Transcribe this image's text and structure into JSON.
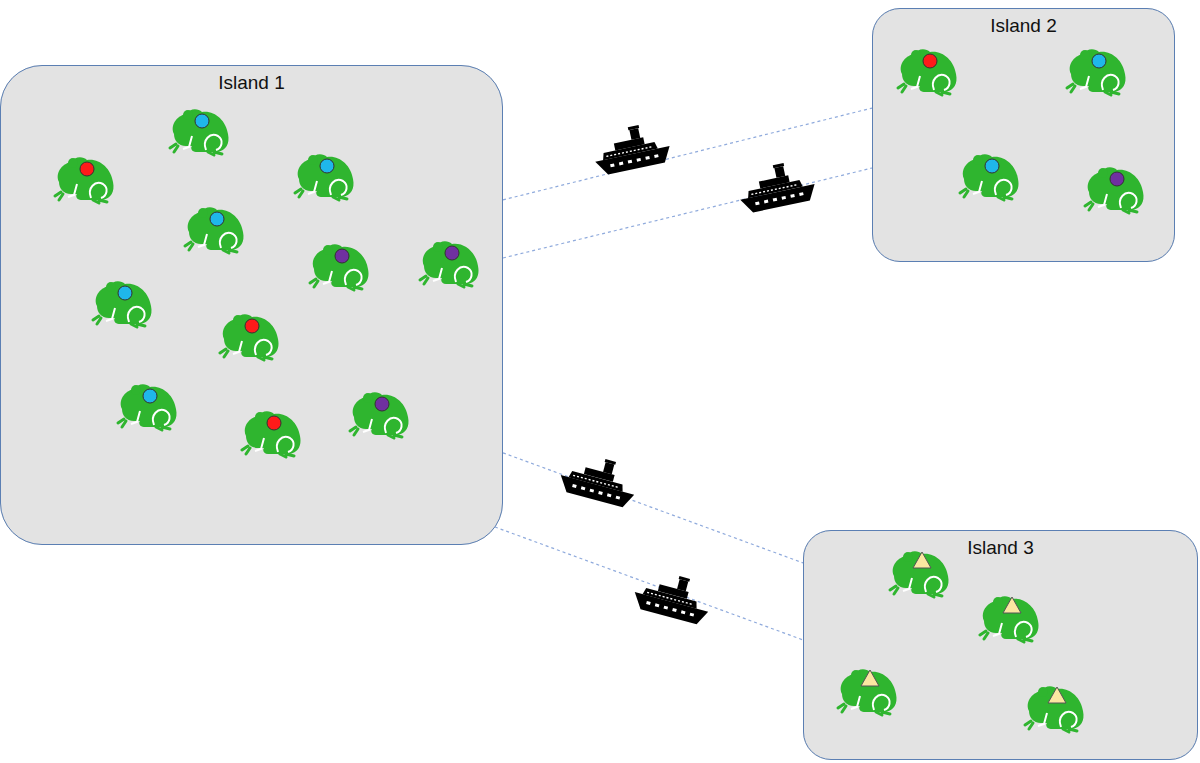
{
  "diagram": {
    "nodes": [
      {
        "text": [
          "Island 1"
        ]
      },
      {
        "text": [
          "Island 2"
        ]
      },
      {
        "text": [
          "Island 3"
        ]
      }
    ],
    "edges": [
      {
        "from": 0,
        "to": 1,
        "arrow": "none"
      },
      {
        "from": 0,
        "to": 1,
        "arrow": "none"
      },
      {
        "from": 0,
        "to": 2,
        "arrow": "none"
      },
      {
        "from": 0,
        "to": 2,
        "arrow": "none"
      }
    ]
  }
}
